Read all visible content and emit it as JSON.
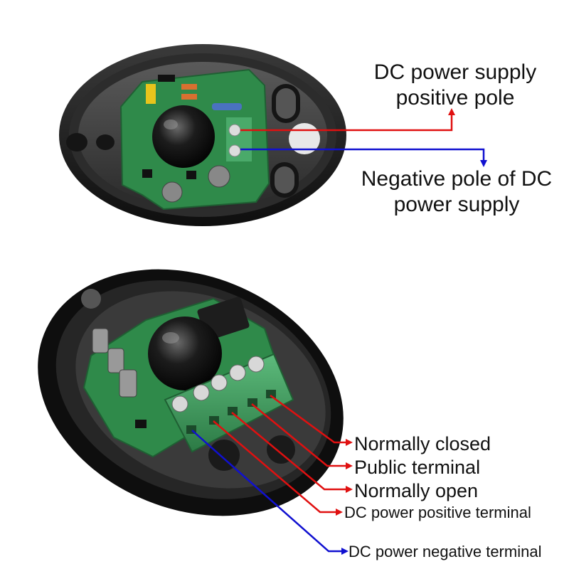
{
  "top_labels": {
    "positive_line1": "DC power supply",
    "positive_line2": "positive pole",
    "negative_line1": "Negative pole of DC",
    "negative_line2": "power supply"
  },
  "bottom_labels": {
    "normally_closed": "Normally closed",
    "public_terminal": "Public terminal",
    "normally_open": "Normally open",
    "dc_positive": "DC power positive terminal",
    "dc_negative": "DC power negative terminal"
  },
  "colors": {
    "positive_line": "#e01010",
    "negative_line": "#1010d0",
    "pcb": "#2f8a4a",
    "housing": "#1a1a1a",
    "terminal_block": "#3a9a5a"
  }
}
